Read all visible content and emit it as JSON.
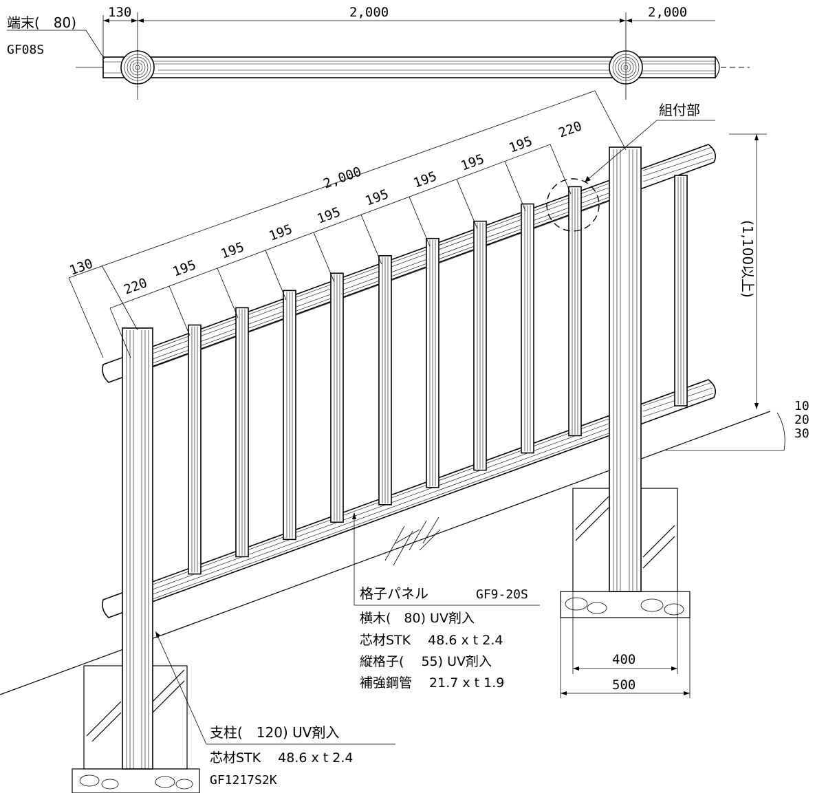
{
  "top_view": {
    "end_label": "端末(　80)",
    "end_code": "GF08S",
    "dim_130": "130",
    "dim_2000_a": "2,000",
    "dim_2000_b": "2,000"
  },
  "elevation": {
    "assembly_label": "組付部",
    "dim_total": "2,000",
    "dim_130": "130",
    "dim_220_left": "220",
    "dim_195": "195",
    "dim_220_right": "220",
    "height_label": "(1,100以上)",
    "slope_10": "10",
    "slope_20": "20",
    "slope_30": "30",
    "dim_400": "400",
    "dim_500": "500"
  },
  "panel_spec": {
    "title": "格子パネル",
    "code": "GF9-20S",
    "line1": "横木(　80) UV剤入",
    "line2": "芯材STK　 48.6 x t 2.4",
    "line3": "縦格子(　 55) UV剤入",
    "line4": "補強鋼管　 21.7 x t 1.9"
  },
  "post_spec": {
    "title": "支柱(　120) UV剤入",
    "line1": "芯材STK　 48.6 x t 2.4",
    "line2": "GF1217S2K"
  },
  "colors": {
    "line": "#000000",
    "background": "#ffffff"
  }
}
